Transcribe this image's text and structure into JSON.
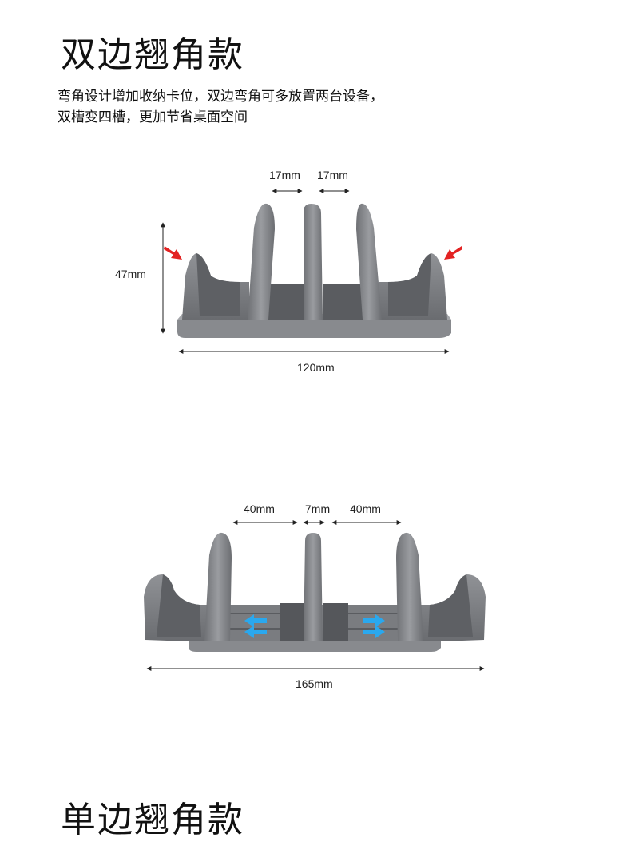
{
  "section1": {
    "title": "双边翘角款",
    "desc_line1": "弯角设计增加收纳卡位，双边弯角可多放置两台设备，",
    "desc_line2": "双槽变四槽，更加节省桌面空间",
    "dims": {
      "slot_left": "17mm",
      "slot_right": "17mm",
      "height": "47mm",
      "width": "120mm"
    },
    "colors": {
      "metal": "#7d7f83",
      "metal_dark": "#55575b",
      "metal_light": "#a9abaf",
      "arrow": "#e32222"
    }
  },
  "section2": {
    "dims": {
      "left": "40mm",
      "middle": "7mm",
      "right": "40mm",
      "width": "165mm"
    },
    "colors": {
      "arrow": "#2aa8ee"
    }
  },
  "section3": {
    "title": "单边翘角款"
  }
}
